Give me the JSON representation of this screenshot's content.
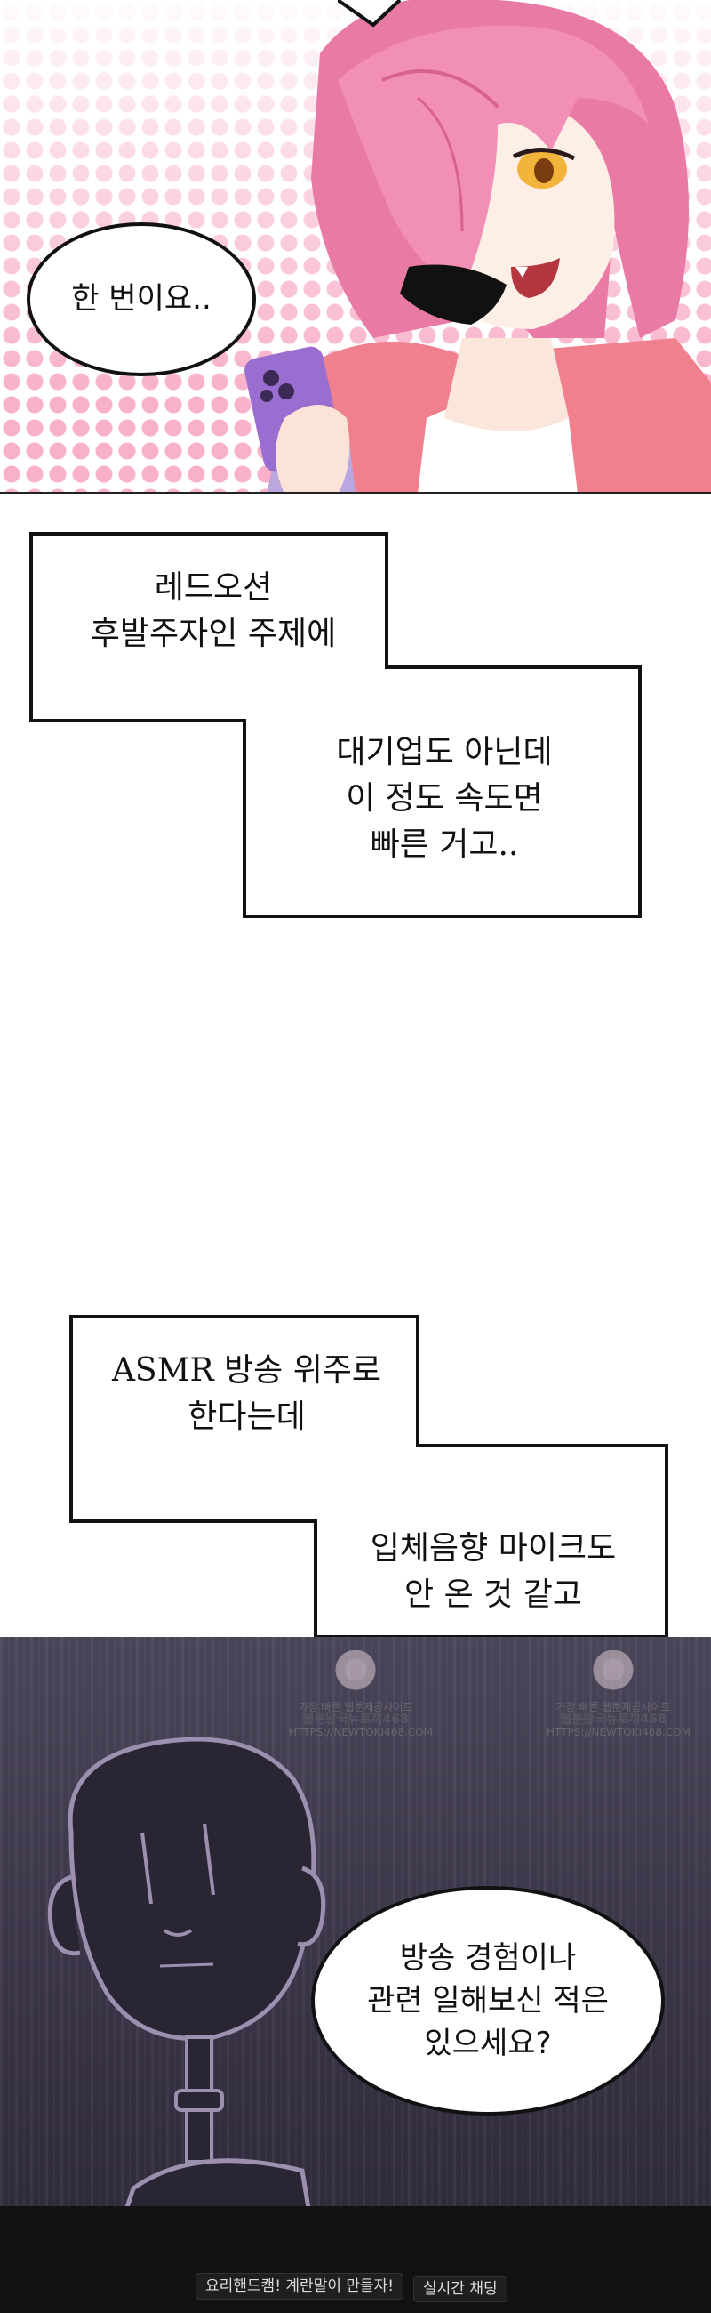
{
  "panel1": {
    "speech": "한 번이요.."
  },
  "narration1": {
    "line1": "레드오션",
    "line2": "후발주자인 주제에"
  },
  "narration2": {
    "line1": "대기업도 아닌데",
    "line2": "이 정도 속도면",
    "line3": "빠른 거고.."
  },
  "narration3": {
    "line1": "ASMR 방송 위주로",
    "line2": "한다는데"
  },
  "narration4": {
    "line1": "입체음향 마이크도",
    "line2": "안 온 것 같고"
  },
  "watermark": {
    "line1": "가장 빠른 웹툰제공사이트",
    "line2": "웹툰왕국뉴토끼468",
    "line3": "HTTPS://NEWTOKI468.COM"
  },
  "dark_speech": {
    "line1": "방송 경험이나",
    "line2": "관련 일해보신 적은",
    "line3": "있으세요?"
  },
  "chat": {
    "left": "요리핸드캠! 계란말이 만들자!",
    "right": "실시간 채팅"
  }
}
